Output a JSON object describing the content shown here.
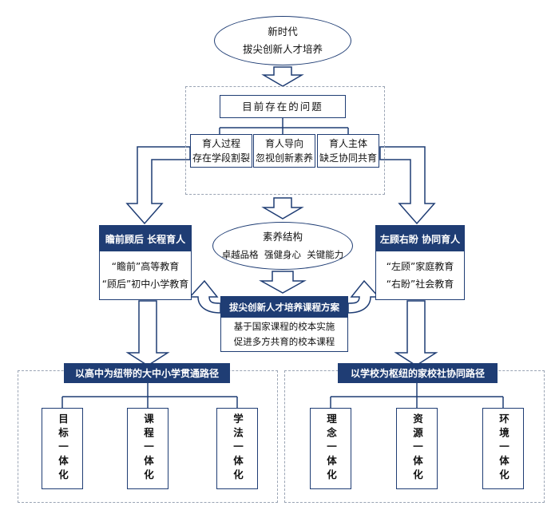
{
  "top": {
    "line1": "新时代",
    "line2": "拔尖创新人才培养"
  },
  "problems": {
    "title": "目前存在的问题",
    "items": [
      {
        "line1": "育人过程",
        "line2": "存在学段割裂"
      },
      {
        "line1": "育人导向",
        "line2": "忽视创新素养"
      },
      {
        "line1": "育人主体",
        "line2": "缺乏协同共育"
      }
    ]
  },
  "literacy": {
    "line1": "素养结构",
    "line2": "卓越品格  强健身心  关键能力"
  },
  "left_panel": {
    "title": "瞻前顾后 长程育人",
    "line1": "“瞻前”高等教育",
    "line2": "“顾后”初中小学教育"
  },
  "right_panel": {
    "title": "左顾右盼 协同育人",
    "line1": "“左顾”家庭教育",
    "line2": "“右盼”社会教育"
  },
  "curriculum": {
    "title": "拔尖创新人才培养课程方案",
    "line1": "基于国家课程的校本实施",
    "line2": "促进多方共育的校本课程"
  },
  "left_path": {
    "title": "以高中为纽带的大中小学贯通路径",
    "items": [
      "目标一体化",
      "课程一体化",
      "学法一体化"
    ]
  },
  "right_path": {
    "title": "以学校为枢纽的家校社协同路径",
    "items": [
      "理念一体化",
      "资源一体化",
      "环境一体化"
    ]
  },
  "colors": {
    "navy": "#1f3d74",
    "dashed": "#9aa4b4",
    "background": "#ffffff"
  }
}
